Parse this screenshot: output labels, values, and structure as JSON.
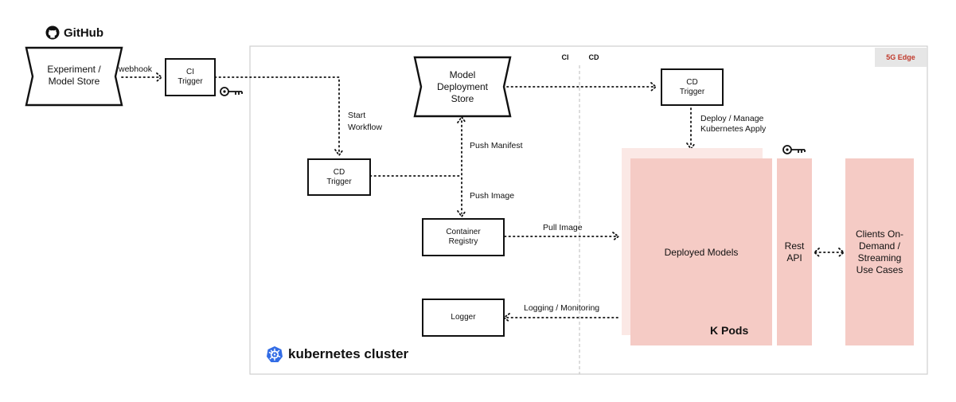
{
  "github": {
    "label": "GitHub"
  },
  "kubernetes": {
    "label": "kubernetes cluster"
  },
  "edge": {
    "label": "5G Edge"
  },
  "divider": {
    "ci": "CI",
    "cd": "CD"
  },
  "nodes": {
    "experiment_store": "Experiment / Model Store",
    "ci_trigger": "CI Trigger",
    "cd_trigger_left": "CD Trigger",
    "model_deployment_store": "Model Deployment Store",
    "container_registry": "Container Registry",
    "logger": "Logger",
    "cd_trigger_right": "CD Trigger"
  },
  "edges": {
    "webhook": "webhook",
    "start_workflow": "Start Workflow",
    "push_manifest": "Push Manifest",
    "push_image": "Push Image",
    "pull_image": "Pull Image",
    "logging_monitoring": "Logging / Monitoring",
    "deploy_manage": "Deploy / Manage Kubernetes Apply"
  },
  "edge_components": {
    "deployed_models": "Deployed Models",
    "k_pods": "K Pods",
    "rest_api": "Rest API",
    "clients": "Clients On-Demand / Streaming Use Cases"
  },
  "colors": {
    "pink": "#f5cbc5",
    "pink_light": "#fbe8e5",
    "edge_label": "#c0392b",
    "k8s_blue": "#326ce5"
  },
  "icons": [
    "github-icon",
    "key-icon",
    "kubernetes-icon"
  ]
}
